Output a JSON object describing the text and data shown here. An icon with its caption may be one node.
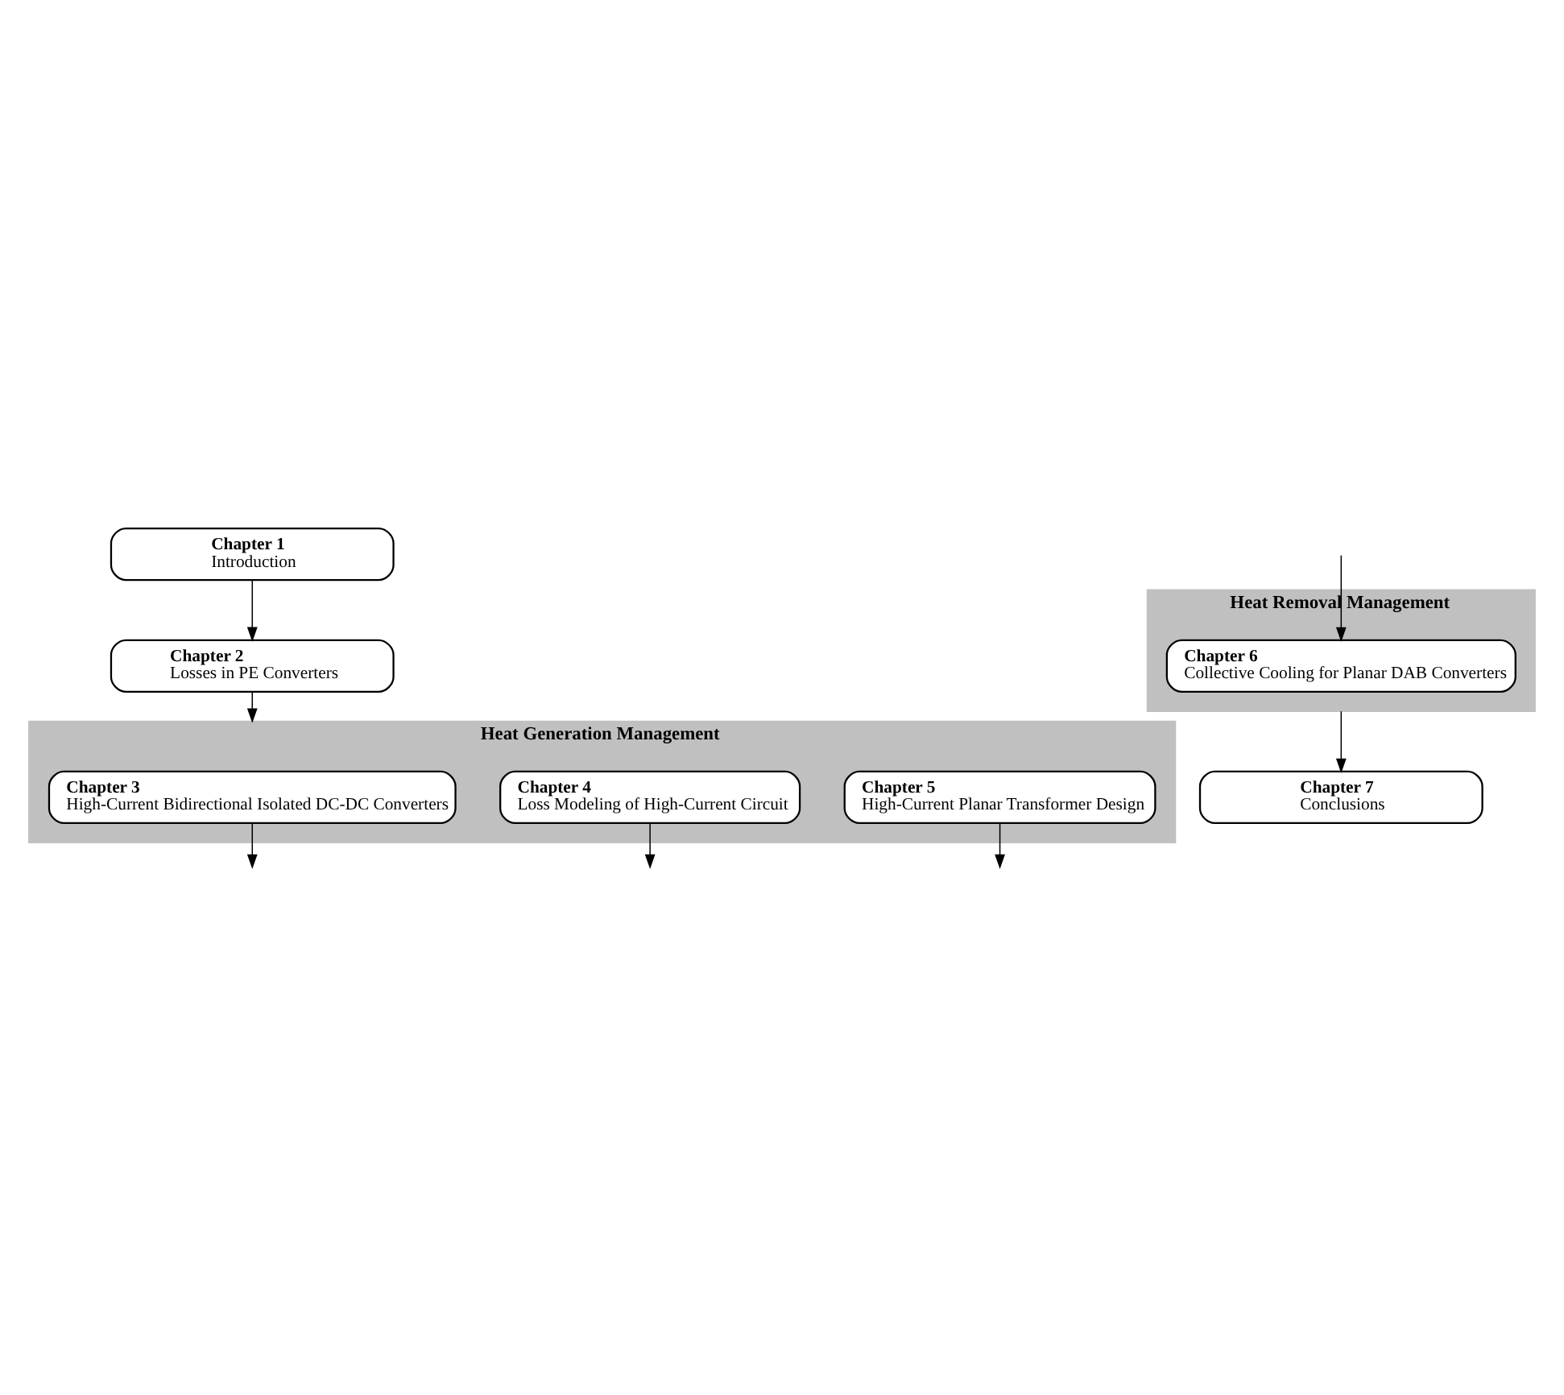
{
  "diagram": {
    "nodes": [
      {
        "text": [
          "Chapter 1",
          "Introduction"
        ]
      },
      {
        "text": [
          "Chapter 2",
          "Losses in PE Converters"
        ]
      },
      {
        "text": [
          "Heat Generation Management"
        ]
      },
      {
        "text": [
          "Chapter 3",
          "High-Current Bidirectional Isolated DC-DC Converters"
        ],
        "in": 2
      },
      {
        "text": [
          "Chapter 4",
          "Loss Modeling of High-Current Circuit"
        ],
        "in": 2
      },
      {
        "text": [
          "Chapter 5",
          "High-Current Planar Transformer Design"
        ],
        "in": 2
      },
      {
        "text": [
          "Heat Removal Management"
        ]
      },
      {
        "text": [
          "Chapter 6",
          "Collective Cooling for Planar DAB Converters"
        ],
        "in": 6
      },
      {
        "text": [
          "Chapter 7",
          "Conclusions"
        ]
      }
    ],
    "edges": [
      {
        "from": 0,
        "to": 1,
        "arrow": "to"
      },
      {
        "from": 1,
        "to": 2,
        "arrow": "to"
      },
      {
        "from": 3,
        "to": null,
        "arrow": "to"
      },
      {
        "from": 4,
        "to": null,
        "arrow": "to"
      },
      {
        "from": 5,
        "to": null,
        "arrow": "to"
      },
      {
        "from": null,
        "to": 7,
        "arrow": "to"
      },
      {
        "from": 6,
        "to": 8,
        "arrow": "to"
      }
    ]
  }
}
